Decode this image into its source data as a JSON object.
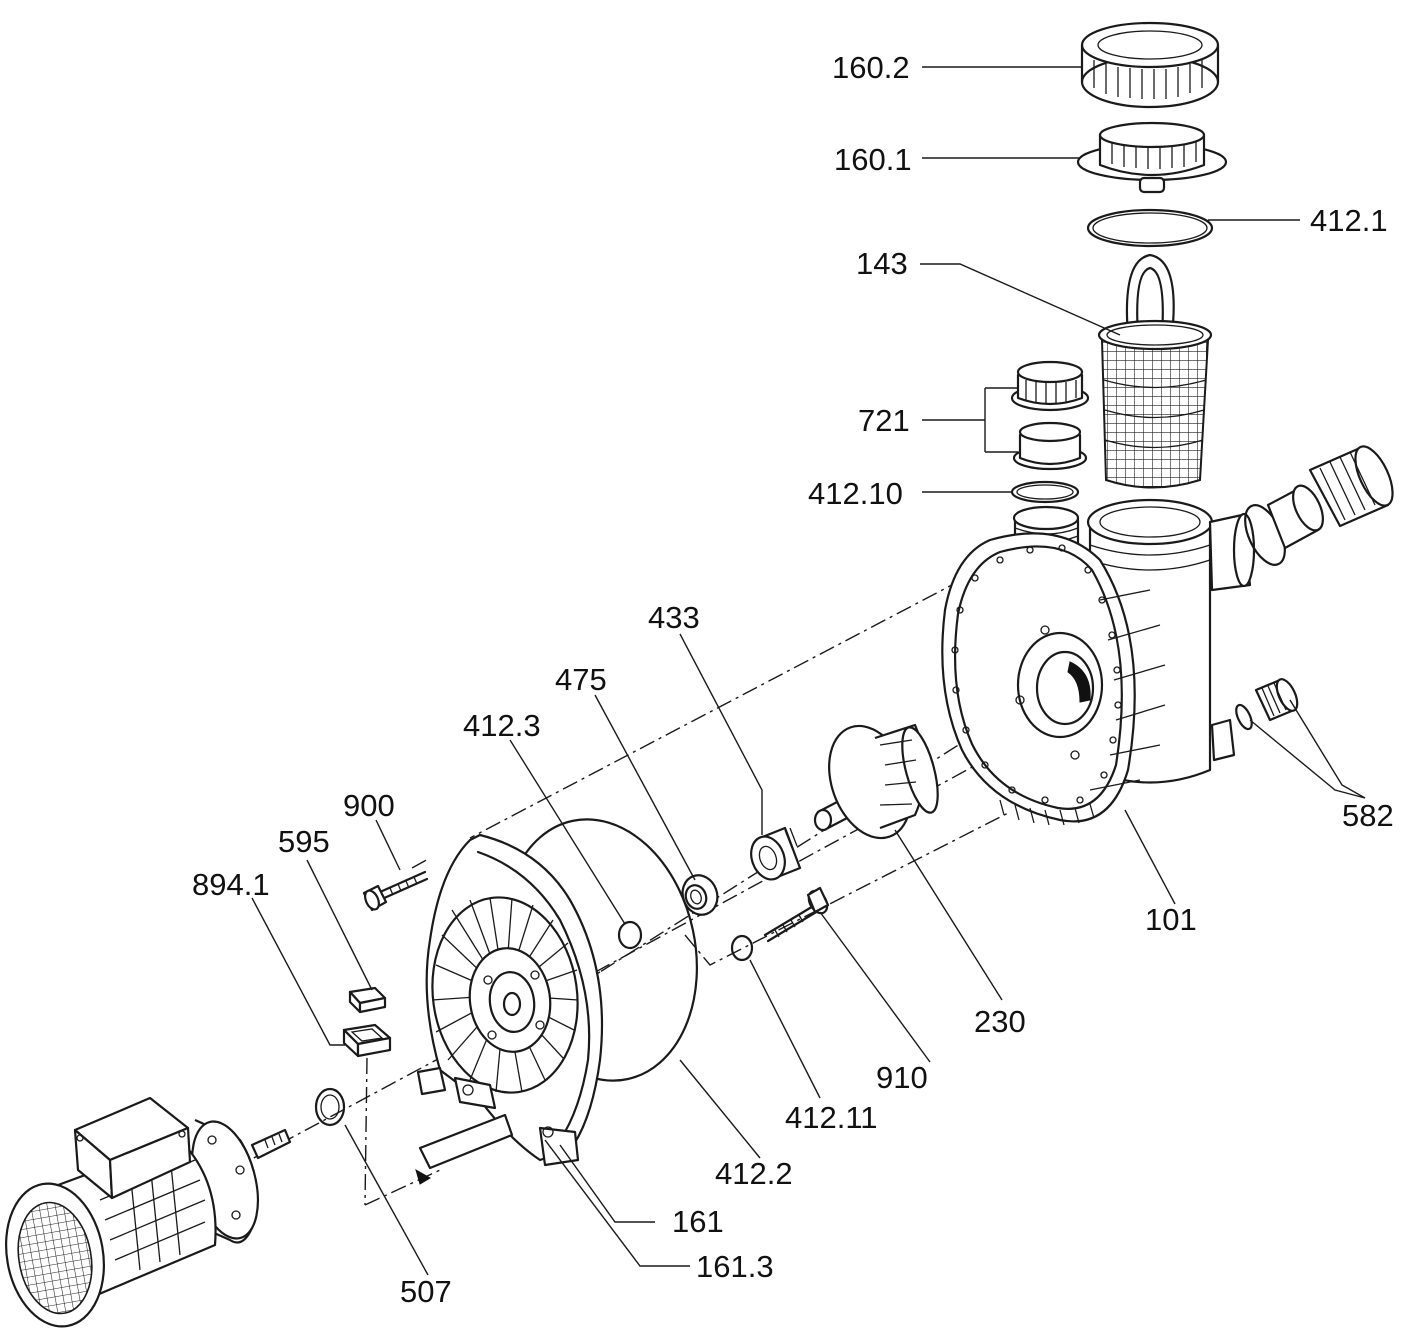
{
  "labels": {
    "p160_2": "160.2",
    "p160_1": "160.1",
    "p412_1": "412.1",
    "p143": "143",
    "p721": "721",
    "p412_10": "412.10",
    "p433": "433",
    "p475": "475",
    "p412_3": "412.3",
    "p900": "900",
    "p595": "595",
    "p894_1": "894.1",
    "p101": "101",
    "p582": "582",
    "p230": "230",
    "p910": "910",
    "p412_11": "412.11",
    "p412_2": "412.2",
    "p161": "161",
    "p161_3": "161.3",
    "p507": "507"
  }
}
